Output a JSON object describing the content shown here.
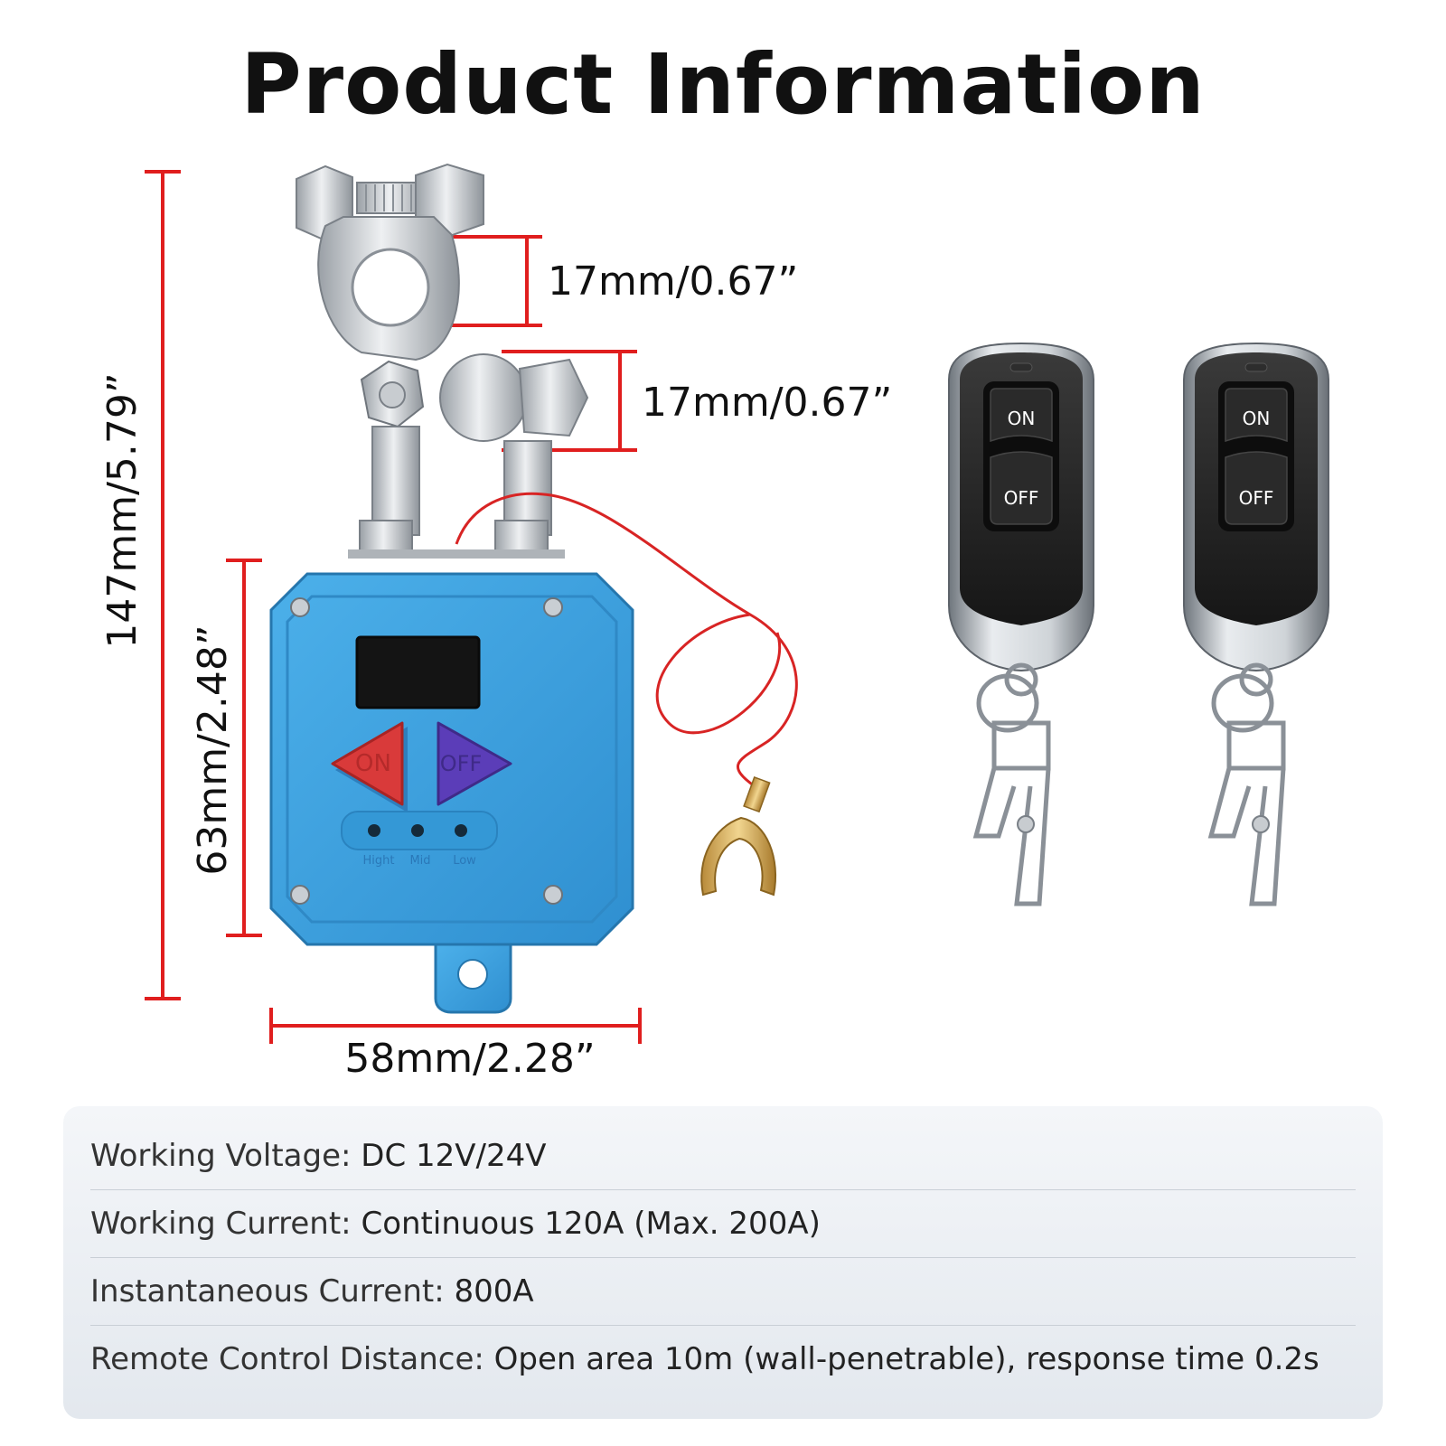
{
  "title": "Product Information",
  "dimensions": {
    "total_height": "147mm/5.79”",
    "body_height": "63mm/2.48”",
    "width": "58mm/2.28”",
    "clamp_top": "17mm/0.67”",
    "clamp_bottom": "17mm/0.67”"
  },
  "device": {
    "on_label": "ON",
    "off_label": "OFF",
    "led_labels": [
      "Hight",
      "Mid",
      "Low"
    ],
    "body_color": "#3fa3e0",
    "on_color": "#d93a3a",
    "off_color": "#5b3db8"
  },
  "remotes": [
    {
      "on_label": "ON",
      "off_label": "OFF"
    },
    {
      "on_label": "ON",
      "off_label": "OFF"
    }
  ],
  "accent_color": "#e01e1e",
  "specs": [
    {
      "key": "Working Voltage: ",
      "value": "DC 12V/24V"
    },
    {
      "key": "Working Current: ",
      "value": "Continuous 120A (Max. 200A)"
    },
    {
      "key": "Instantaneous Current: ",
      "value": "800A"
    },
    {
      "key": "Remote Control Distance: ",
      "value": "Open area 10m (wall-penetrable), response time 0.2s"
    }
  ]
}
